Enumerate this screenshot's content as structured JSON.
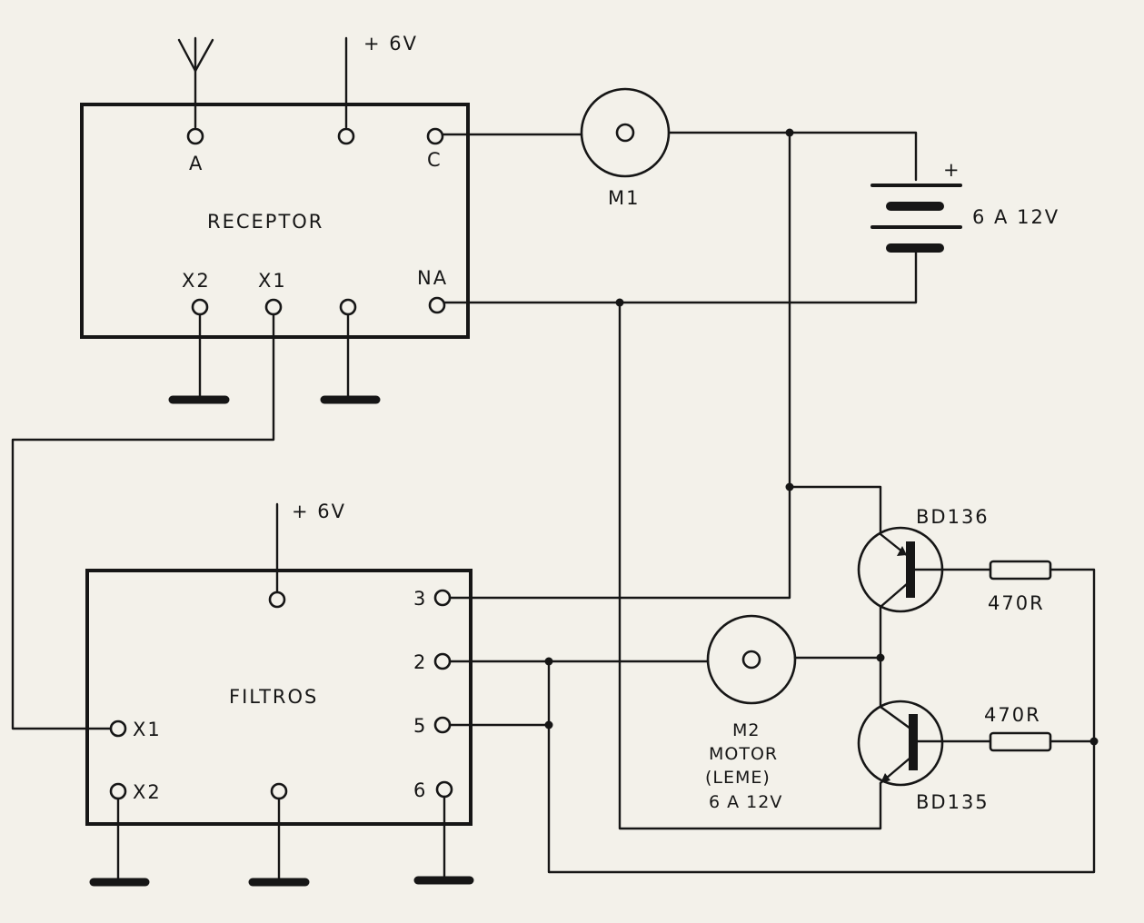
{
  "diagram": {
    "receptor": {
      "label": "RECEPTOR",
      "pins": {
        "a": "A",
        "c": "C",
        "x2": "X2",
        "x1": "X1",
        "na": "NA"
      },
      "supply": "+ 6V"
    },
    "filtros": {
      "label": "FILTROS",
      "pins": {
        "p3": "3",
        "p2": "2",
        "p5": "5",
        "p6": "6",
        "x1": "X1",
        "x2": "X2"
      },
      "supply": "+ 6V"
    },
    "m1": {
      "label": "M1"
    },
    "battery": {
      "plus": "+",
      "label": "6 A 12V"
    },
    "q1": {
      "label": "BD136"
    },
    "q2": {
      "label": "BD135"
    },
    "r1": {
      "label": "470R"
    },
    "r2": {
      "label": "470R"
    },
    "m2": {
      "line1": "M2",
      "line2": "MOTOR",
      "line3": "(LEME)",
      "line4": "6 A 12V"
    }
  }
}
